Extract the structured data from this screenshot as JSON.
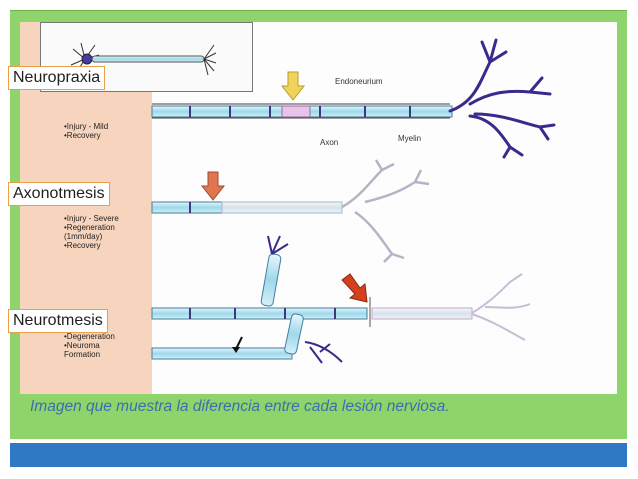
{
  "labels": {
    "neuropraxia": "Neuropraxia",
    "axonotmesis": "Axonotmesis",
    "neurotmesis": "Neurotmesis"
  },
  "notes": {
    "neuropraxia": [
      "•Injury - Mild",
      "•Recovery"
    ],
    "axonotmesis": [
      "•Injury - Severe",
      "•Regeneration",
      "(1mm/day)",
      "•Recovery"
    ],
    "neurotmesis": [
      "•Degeneration",
      "•Neuroma",
      "Formation"
    ]
  },
  "diagram_labels": {
    "endoneurium": "Endoneurium",
    "axon": "Axon",
    "myelin": "Myelin"
  },
  "caption": "Imagen que muestra la diferencia entre cada lesión nerviosa.",
  "colors": {
    "green_bg": "#8fd46a",
    "blue_bar": "#2f78c4",
    "caption": "#3a6fb0",
    "label_border": "#e8a04a",
    "neuron_dendrite": "#3a2a8c",
    "arrow_yellow": "#f2d35a",
    "arrow_orange": "#e0764f",
    "arrow_red": "#d6401c"
  }
}
